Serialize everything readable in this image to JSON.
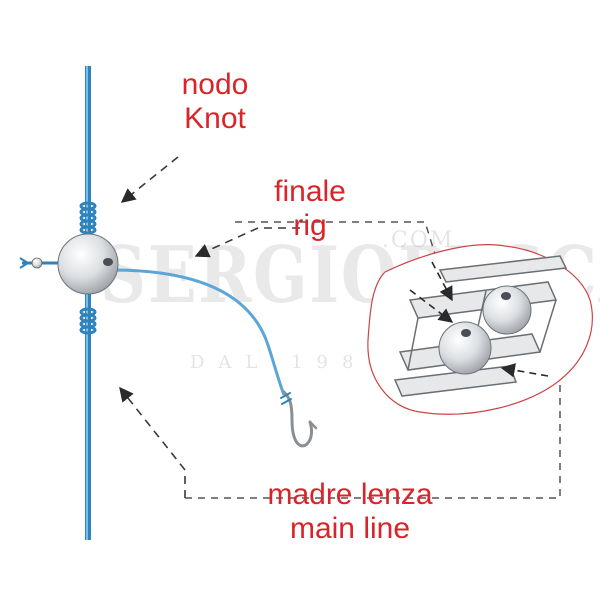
{
  "colors": {
    "label_red": "#d9252a",
    "line_blue": "#5aa6d6",
    "line_blue_dark": "#2e83bd",
    "arrow_gray": "#3a3a3a",
    "leader_gray": "#555555",
    "bead_shade": "#b9bdc2",
    "inset_outline": "#cc4444"
  },
  "labels": {
    "knot": {
      "it": "nodo",
      "en": "Knot"
    },
    "rig": {
      "it": "finale",
      "en": "rig"
    },
    "main_line": {
      "it": "madre lenza",
      "en": "main line"
    }
  },
  "watermark": {
    "brand": "SERGIOPESCA",
    "domain": ".COM",
    "since": "DAL 1986"
  },
  "icons": {
    "bead": "bead-icon",
    "hook": "hook-icon",
    "swivel": "swivel-icon",
    "arrow": "arrow-icon"
  }
}
